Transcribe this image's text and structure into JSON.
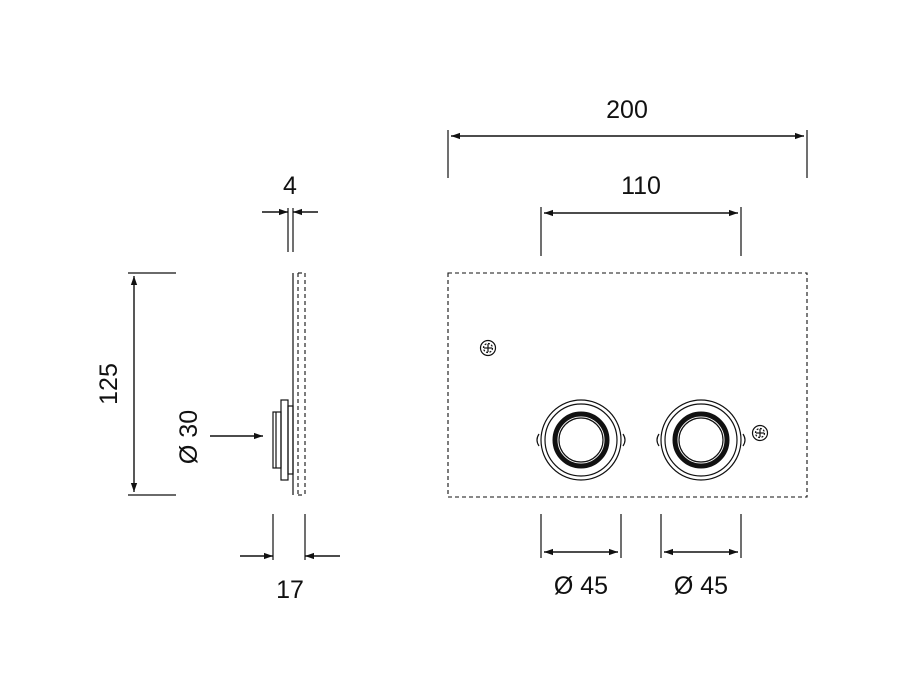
{
  "colors": {
    "line": "#111111",
    "background": "#ffffff"
  },
  "dimensions": {
    "front_width": "200",
    "button_spacing": "110",
    "thickness": "4",
    "height": "125",
    "button_diameter_side": "Ø 30",
    "depth": "17",
    "button_diameter_left": "Ø 45",
    "button_diameter_right": "Ø 45"
  },
  "icons": {
    "screw": "screw-icon",
    "button": "flush-button-icon"
  }
}
